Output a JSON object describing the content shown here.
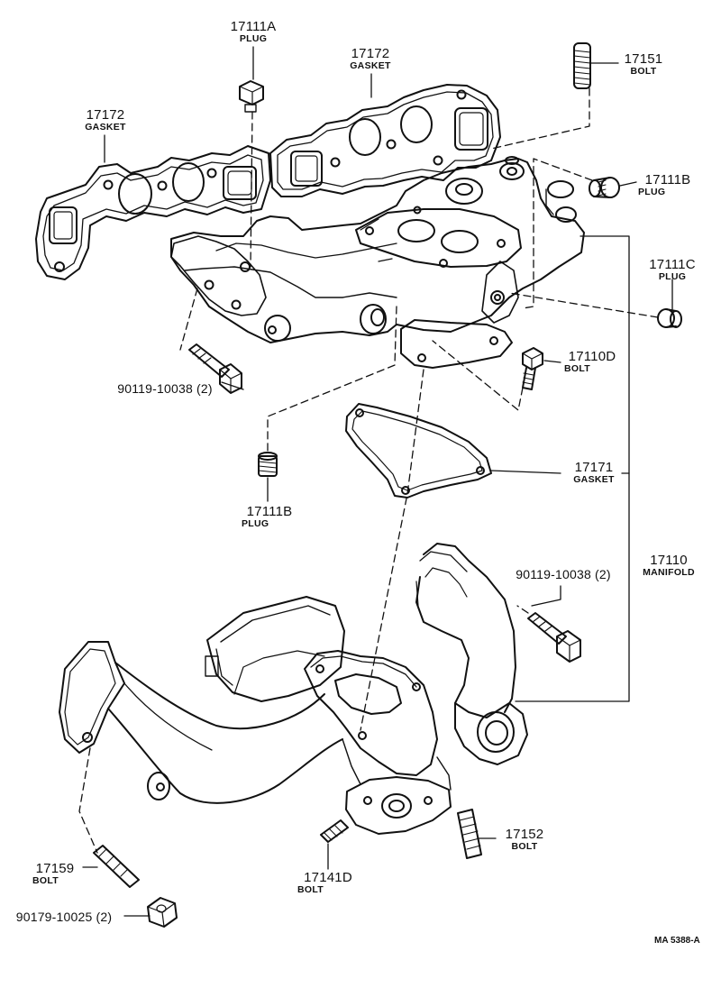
{
  "parts": {
    "plug_17111A": {
      "number": "17111A",
      "name": "PLUG"
    },
    "gasket_17172_left": {
      "number": "17172",
      "name": "GASKET"
    },
    "gasket_17172_right": {
      "number": "17172",
      "name": "GASKET"
    },
    "bolt_17151": {
      "number": "17151",
      "name": "BOLT"
    },
    "plug_17111B_top": {
      "number": "17111B",
      "name": "PLUG"
    },
    "plug_17111C": {
      "number": "17111C",
      "name": "PLUG"
    },
    "bolt_17110D": {
      "number": "17110D",
      "name": "BOLT"
    },
    "bolt_90119_top": {
      "number": "90119-10038 (2)"
    },
    "plug_17111B_bottom": {
      "number": "17111B",
      "name": "PLUG"
    },
    "gasket_17171": {
      "number": "17171",
      "name": "GASKET"
    },
    "manifold_17110": {
      "number": "17110",
      "name": "MANIFOLD"
    },
    "bolt_90119_right": {
      "number": "90119-10038 (2)"
    },
    "bolt_17152": {
      "number": "17152",
      "name": "BOLT"
    },
    "bolt_17141D": {
      "number": "17141D",
      "name": "BOLT"
    },
    "bolt_17159": {
      "number": "17159",
      "name": "BOLT"
    },
    "nut_90179": {
      "number": "90179-10025 (2)"
    }
  },
  "reference_code": "MA 5388-A"
}
